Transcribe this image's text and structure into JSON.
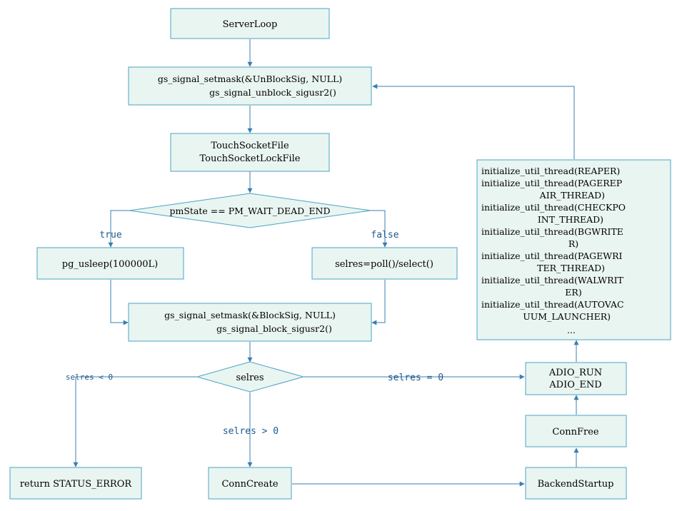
{
  "nodes": {
    "server_loop": "ServerLoop",
    "unblock": [
      "gs_signal_setmask(&UnBlockSig, NULL)",
      "gs_signal_unblock_sigusr2()"
    ],
    "touch": [
      "TouchSocketFile",
      "TouchSocketLockFile"
    ],
    "pm_state": "pmState == PM_WAIT_DEAD_END",
    "usleep": "pg_usleep(100000L)",
    "poll": "selres=poll()/select()",
    "block": [
      "gs_signal_setmask(&BlockSig, NULL)",
      "gs_signal_block_sigusr2()"
    ],
    "selres": "selres",
    "return_error": "return STATUS_ERROR",
    "conn_create": "ConnCreate",
    "backend_startup": "BackendStartup",
    "conn_free": "ConnFree",
    "adio": [
      "ADIO_RUN",
      "ADIO_END"
    ],
    "init_threads": [
      "initialize_util_thread(REAPER)",
      "initialize_util_thread(PAGEREP",
      "AIR_THREAD)",
      "initialize_util_thread(CHECKPO",
      "INT_THREAD)",
      "initialize_util_thread(BGWRITE",
      "R)",
      "initialize_util_thread(PAGEWRI",
      "TER_THREAD)",
      "initialize_util_thread(WALWRIT",
      "ER)",
      "initialize_util_thread(AUTOVAC",
      "UUM_LAUNCHER)",
      "..."
    ]
  },
  "edge_labels": {
    "true": "true",
    "false": "false",
    "selres_lt": "selres < 0",
    "selres_eq": "selres = 0",
    "selres_gt": "selres > 0"
  },
  "colors": {
    "node_fill": "#e9f5f1",
    "node_stroke": "#4ba3c3",
    "edge": "#3a7fb0",
    "edge_label": "#1f5a8c"
  }
}
